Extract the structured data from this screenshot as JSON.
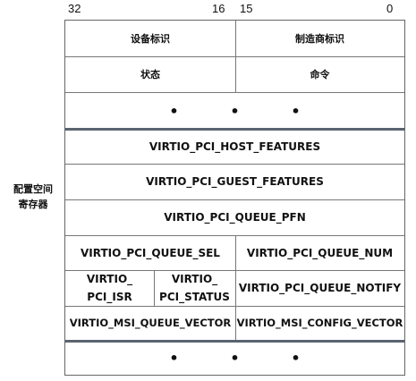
{
  "bits": {
    "b32": "32",
    "b16": "16",
    "b15": "15",
    "b0": "0"
  },
  "side_label": {
    "line1": "配置空间",
    "line2": "寄存器"
  },
  "rows": {
    "device_id": "设备标识",
    "vendor_id": "制造商标识",
    "status": "状态",
    "command": "命令",
    "dots_top": [
      "•",
      "•",
      "•"
    ],
    "host_features": "VIRTIO_PCI_HOST_FEATURES",
    "guest_features": "VIRTIO_PCI_GUEST_FEATURES",
    "queue_pfn": "VIRTIO_PCI_QUEUE_PFN",
    "queue_sel": "VIRTIO_PCI_QUEUE_SEL",
    "queue_num": "VIRTIO_PCI_QUEUE_NUM",
    "isr_line1": "VIRTIO_",
    "isr_line2": "PCI_ISR",
    "status_line1": "VIRTIO_",
    "status_line2": "PCI_STATUS",
    "queue_notify": "VIRTIO_PCI_QUEUE_NOTIFY",
    "msi_queue_vector": "VIRTIO_MSI_QUEUE_VECTOR",
    "msi_config_vector": "VIRTIO_MSI_CONFIG_VECTOR",
    "dots_bottom": [
      "•",
      "•",
      "•"
    ]
  }
}
